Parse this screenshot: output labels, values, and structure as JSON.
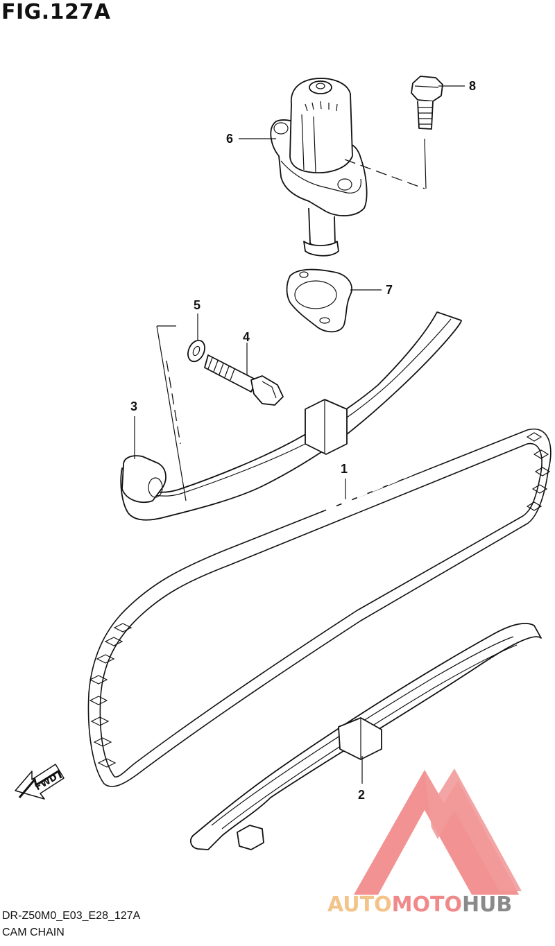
{
  "figure": {
    "title": "FIG.127A",
    "model_code": "DR-Z50M0_E03_E28_127A",
    "section_name": "CAM CHAIN"
  },
  "callouts": [
    {
      "id": "1",
      "label": "1"
    },
    {
      "id": "2",
      "label": "2"
    },
    {
      "id": "3",
      "label": "3"
    },
    {
      "id": "4",
      "label": "4"
    },
    {
      "id": "5",
      "label": "5"
    },
    {
      "id": "6",
      "label": "6"
    },
    {
      "id": "7",
      "label": "7"
    },
    {
      "id": "8",
      "label": "8"
    }
  ],
  "fwd_arrow": {
    "label": "FWD"
  },
  "watermark": {
    "text_part1": "AUTO",
    "text_part2": "MOTO",
    "text_part3": "HUB",
    "color_auto": "#f3c38a",
    "color_moto": "#f08a8a",
    "color_hub": "#8a8a8a",
    "logo_color": "#f08080"
  }
}
